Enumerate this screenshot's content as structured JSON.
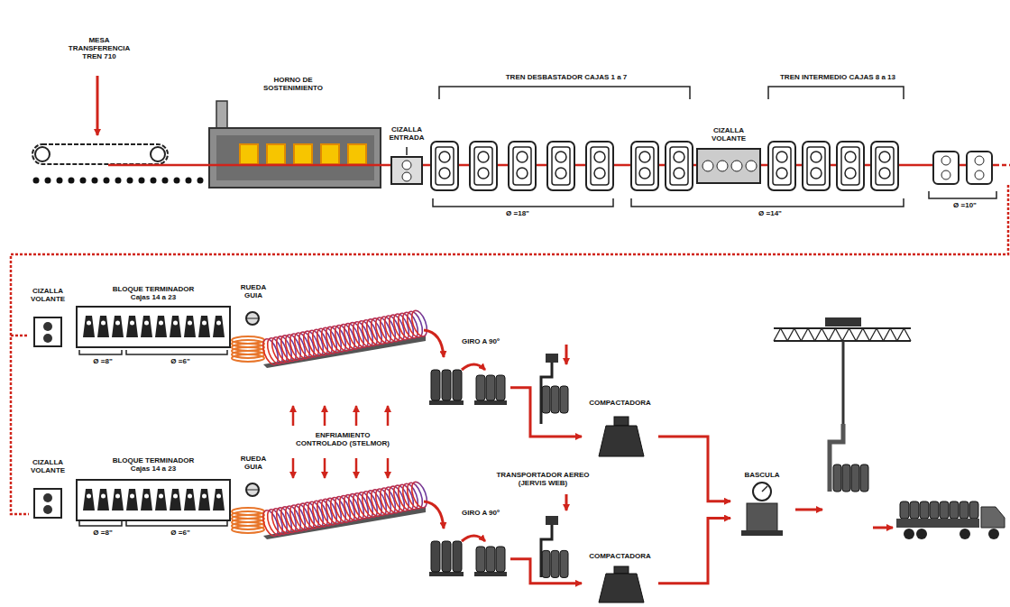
{
  "diagram": {
    "nodes": [
      {
        "text": [
          "MESA TRANSFERENCIA TREN 710"
        ]
      },
      {
        "text": [
          "HORNO DE SOSTENIMIENTO"
        ]
      },
      {
        "text": [
          "CIZALLA ENTRADA"
        ]
      },
      {
        "text": [
          "CIZALLA VOLANTE"
        ]
      },
      {
        "text": [
          "CIZALLA VOLANTE"
        ]
      },
      {
        "text": [
          "BLOQUE TERMINADOR Cajas 14 a 23"
        ]
      },
      {
        "text": [
          "RUEDA GUIA"
        ]
      },
      {
        "text": [
          "GIRO A 90º"
        ]
      },
      {
        "text": [
          "COMPACTADORA"
        ]
      },
      {
        "text": [
          "CIZALLA VOLANTE"
        ]
      },
      {
        "text": [
          "BLOQUE TERMINADOR Cajas 14 a 23"
        ]
      },
      {
        "text": [
          "RUEDA GUIA"
        ]
      },
      {
        "text": [
          "GIRO A 90º"
        ]
      },
      {
        "text": [
          "COMPACTADORA"
        ]
      },
      {
        "text": [
          "BASCULA"
        ]
      }
    ],
    "edges": [
      {
        "from": 7,
        "to": 8,
        "arrow": "to"
      },
      {
        "from": 12,
        "to": 13,
        "arrow": "to"
      },
      {
        "from": 8,
        "to": 14,
        "arrow": "to"
      },
      {
        "from": 13,
        "to": 14,
        "arrow": "to"
      }
    ],
    "labels": [
      "TREN DESBASTADOR CAJAS 1 a 7",
      "TREN INTERMEDIO CAJAS 8 a 13",
      "Ø =18\"",
      "Ø =14\"",
      "Ø =10\"",
      "Ø =8\"",
      "Ø =6\"",
      "Ø =8\"",
      "Ø =6\"",
      "ENFRIAMIENTO CONTROLADO (STELMOR)",
      "TRANSPORTADOR AEREO (JERVIS WEB)"
    ]
  }
}
